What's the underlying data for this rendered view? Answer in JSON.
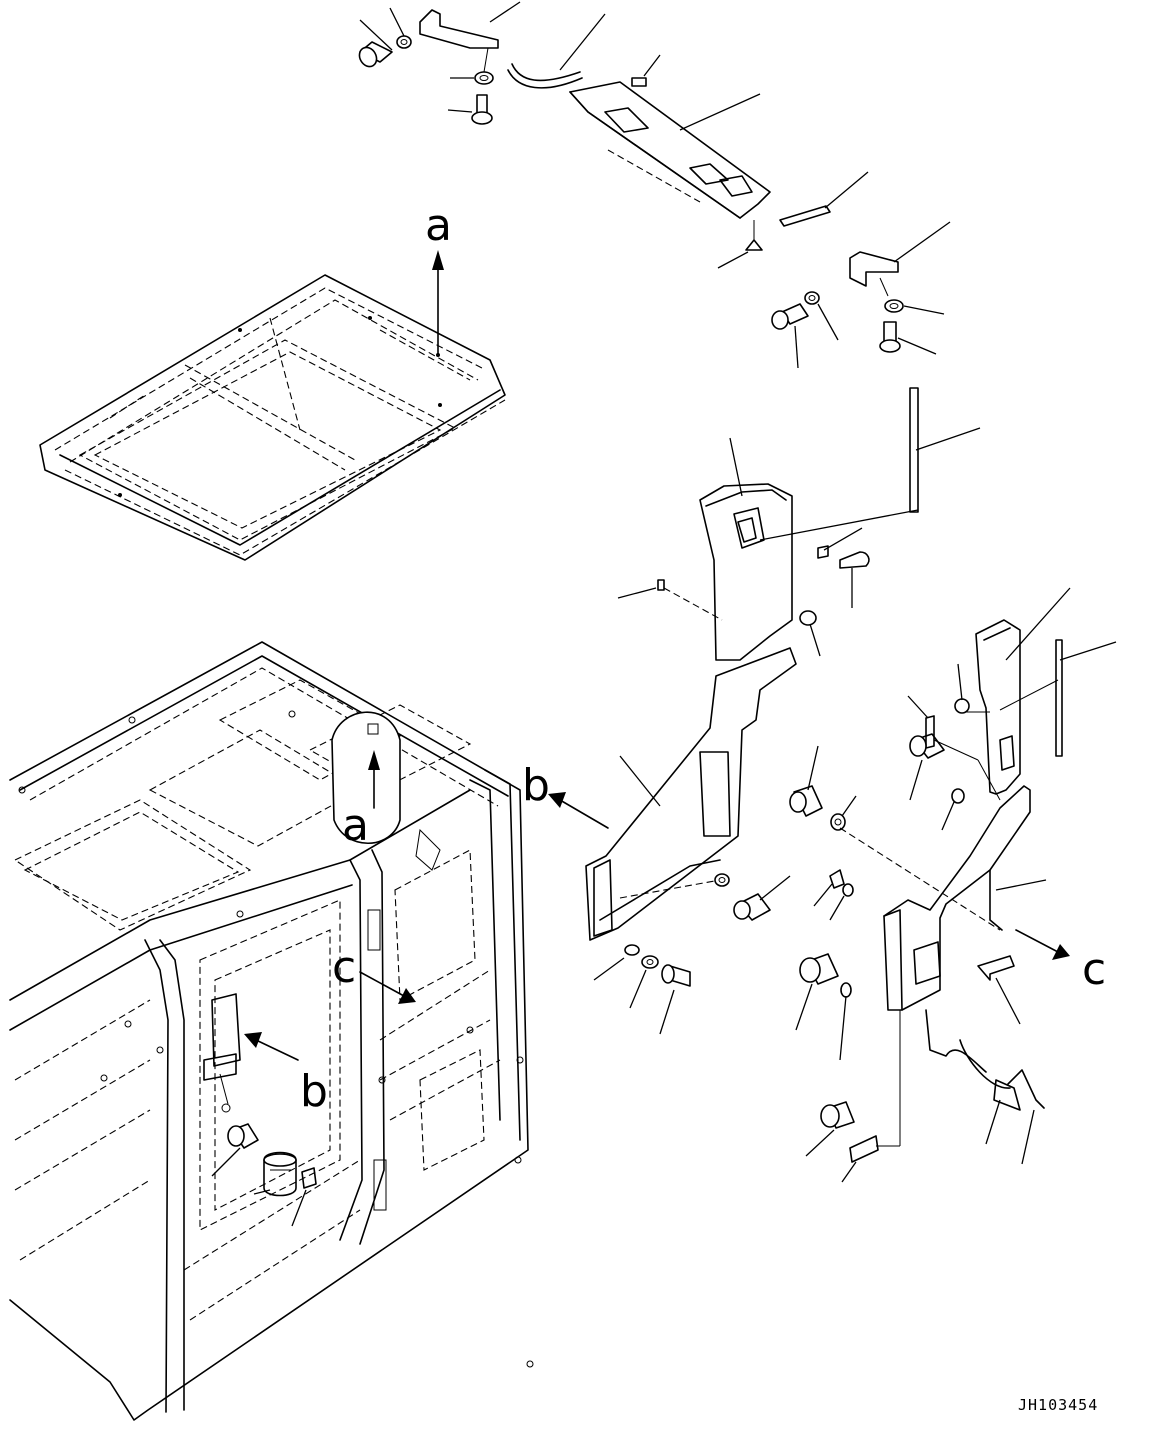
{
  "view_labels": {
    "a_top": "a",
    "a_body": "a",
    "b_left": "b",
    "b_body": "b",
    "c_center": "c",
    "c_right": "c"
  },
  "drawing_code": "JH103454"
}
